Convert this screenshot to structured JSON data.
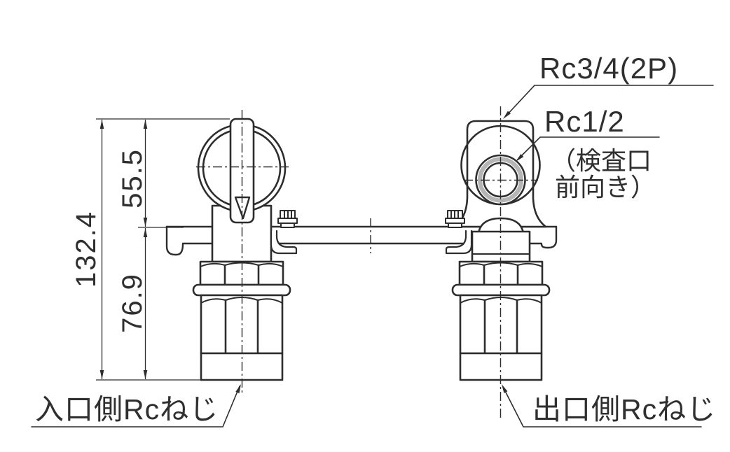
{
  "drawing": {
    "title": "twin-valve-fitting-dimension-drawing",
    "colors": {
      "background": "#ffffff",
      "line": "#2d2d2d",
      "text": "#2f2f2f",
      "port_shading_ring": "#b5b5b5"
    },
    "dims": {
      "total": "132.4",
      "upper": "55.5",
      "lower": "76.9"
    },
    "labels": {
      "top_port": "Rc3/4(2P)",
      "inspection_port": "Rc1/2",
      "inspection_note_1": "（検査口",
      "inspection_note_2": "前向き）",
      "inlet": "入口側Rcねじ",
      "outlet": "出口側Rcねじ"
    }
  }
}
